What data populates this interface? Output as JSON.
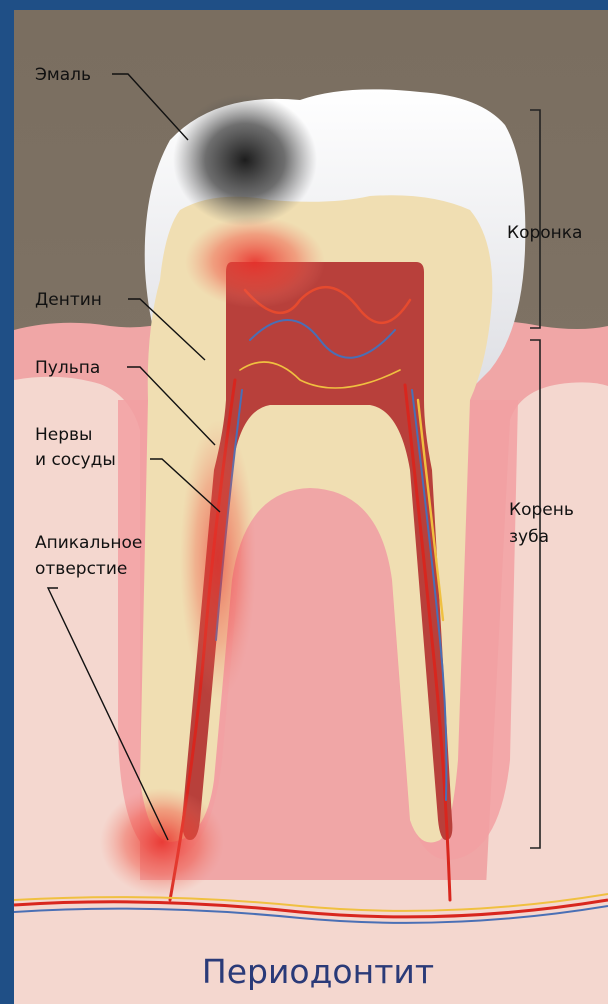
{
  "labels": {
    "enamel": "Эмаль",
    "dentin": "Дентин",
    "pulp": "Пульпа",
    "nerves_line1": "Нервы",
    "nerves_line2": "и сосуды",
    "apical_line1": "Апикальное",
    "apical_line2": "отверстие",
    "crown": "Коронка",
    "root_line1": "Корень",
    "root_line2": "зуба"
  },
  "title": "Периодонтит",
  "colors": {
    "frame": "#1f4f86",
    "background_top": "#7c7063",
    "gum": "#f0a6a6",
    "bone": "#f4d7cf",
    "enamel": "#f4f4f6",
    "dentin": "#f0deb2",
    "pulp": "#b8403b",
    "inflammation": "#e8302a",
    "title": "#2a3a78"
  }
}
